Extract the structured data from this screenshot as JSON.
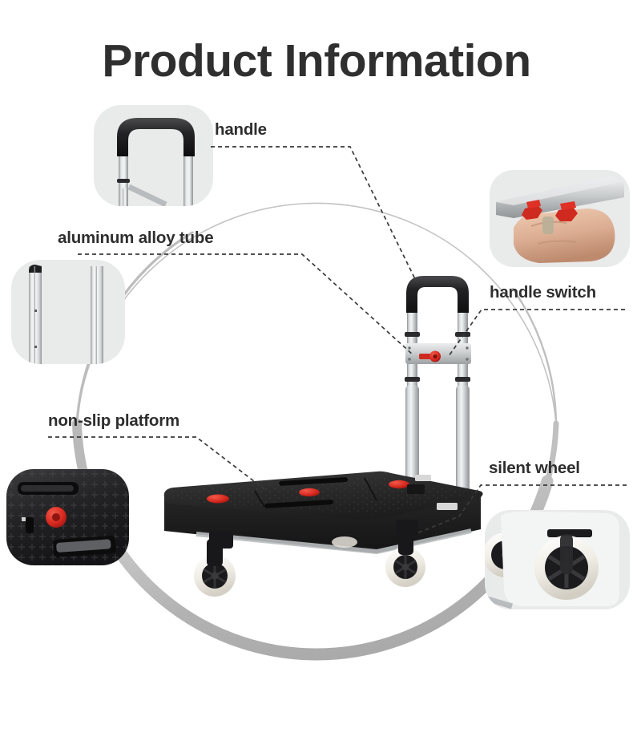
{
  "page": {
    "title": "Product Information",
    "background_color": "#ffffff",
    "title_color": "#2f2f2f"
  },
  "colors": {
    "ring_thin": "#c3c3c3",
    "ring_thick": "#aeaeae",
    "leader_line": "#3a3a3a",
    "inset_bg": "#e9eaea",
    "accent_red": "#e03127",
    "platform_black": "#1b1b1b",
    "aluminum": "#c9cccd",
    "wheel_cream": "#f4f1e9"
  },
  "callouts": [
    {
      "id": "handle",
      "label": "handle",
      "icon": "handle-grip-icon",
      "inset_name": "handle-inset-photo",
      "inset_alt": "black rubber handle grip on aluminum tubes"
    },
    {
      "id": "aluminum-alloy-tube",
      "label": "aluminum alloy tube",
      "icon": "tube-icon",
      "inset_name": "aluminum-alloy-tube-inset-photo",
      "inset_alt": "pair of vertical aluminum alloy tubes"
    },
    {
      "id": "handle-switch",
      "label": "handle switch",
      "icon": "switch-icon",
      "inset_name": "handle-switch-inset-photo",
      "inset_alt": "hand squeezing red handle switch under aluminum bar"
    },
    {
      "id": "non-slip-platform",
      "label": "non-slip platform",
      "icon": "platform-icon",
      "inset_name": "non-slip-platform-inset-photo",
      "inset_alt": "black textured platform deck with red button and slot handles"
    },
    {
      "id": "silent-wheel",
      "label": "silent wheel",
      "icon": "wheel-icon",
      "inset_name": "silent-wheel-inset-photo",
      "inset_alt": "cream caster wheels with black hubs and swivel bracket"
    }
  ],
  "product": {
    "name": "folding platform hand truck",
    "parts": [
      "handle",
      "aluminum alloy tube",
      "handle switch",
      "non-slip platform",
      "silent wheel"
    ],
    "deck_buttons": 3
  }
}
